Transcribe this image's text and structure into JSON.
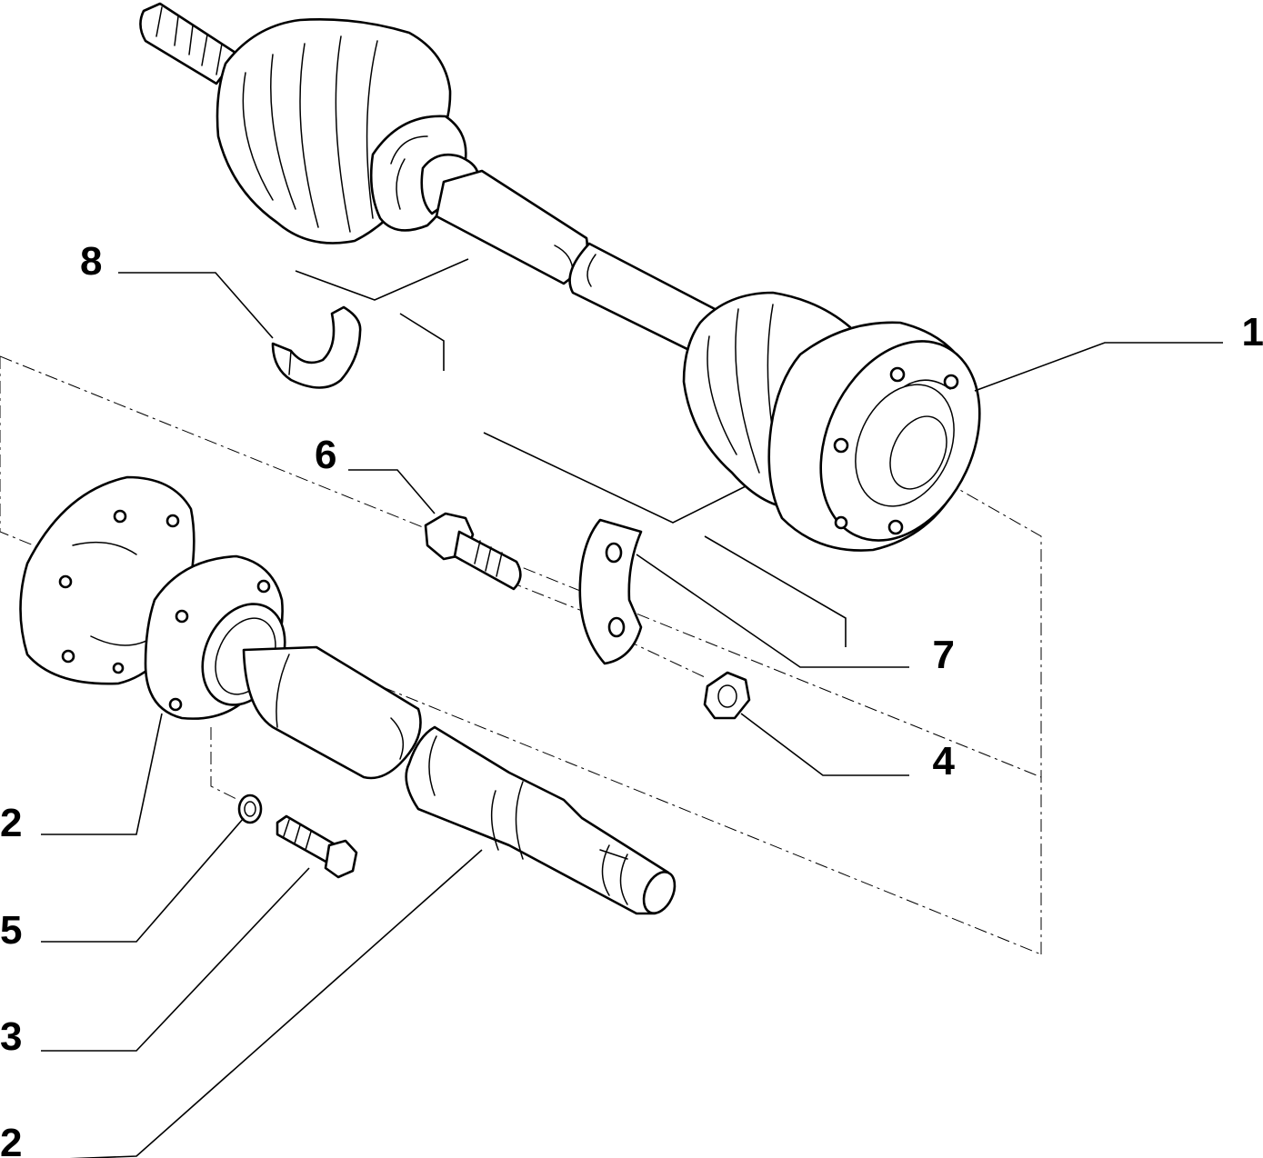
{
  "diagram": {
    "callouts": [
      {
        "id": "c1",
        "label": "1"
      },
      {
        "id": "c2a",
        "label": "2"
      },
      {
        "id": "c2b",
        "label": "2"
      },
      {
        "id": "c3",
        "label": "3"
      },
      {
        "id": "c4",
        "label": "4"
      },
      {
        "id": "c5",
        "label": "5"
      },
      {
        "id": "c6",
        "label": "6"
      },
      {
        "id": "c7",
        "label": "7"
      },
      {
        "id": "c8",
        "label": "8"
      }
    ]
  }
}
